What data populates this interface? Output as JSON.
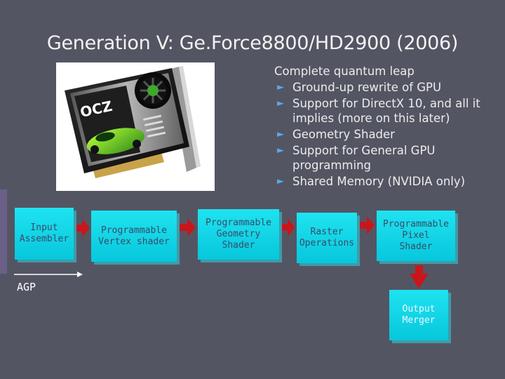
{
  "slide": {
    "title": "Generation V: Ge.Force8800/HD2900 (2006)",
    "lead": "Complete quantum leap",
    "bullets": [
      "Ground-up rewrite of GPU",
      "Support for DirectX 10, and all it implies (more on this later)",
      "Geometry Shader",
      "Support for General GPU programming",
      "Shared Memory (NVIDIA only)"
    ],
    "bullet_glyph": "►"
  },
  "pipeline": {
    "stages": [
      "Input\nAssembler",
      "Programmable\nVertex shader",
      "Programmable\nGeometry\nShader",
      "Raster\nOperations",
      "Programmable\nPixel\nShader",
      "Output\nMerger"
    ],
    "bus_label": "AGP"
  },
  "colors": {
    "background": "#545563",
    "box_fill": "#12d4e6",
    "box_shadow": "#3f9ba8",
    "arrow": "#c8161b",
    "bullet": "#57a9e6"
  },
  "image": {
    "icon": "gpu-card-photo"
  }
}
